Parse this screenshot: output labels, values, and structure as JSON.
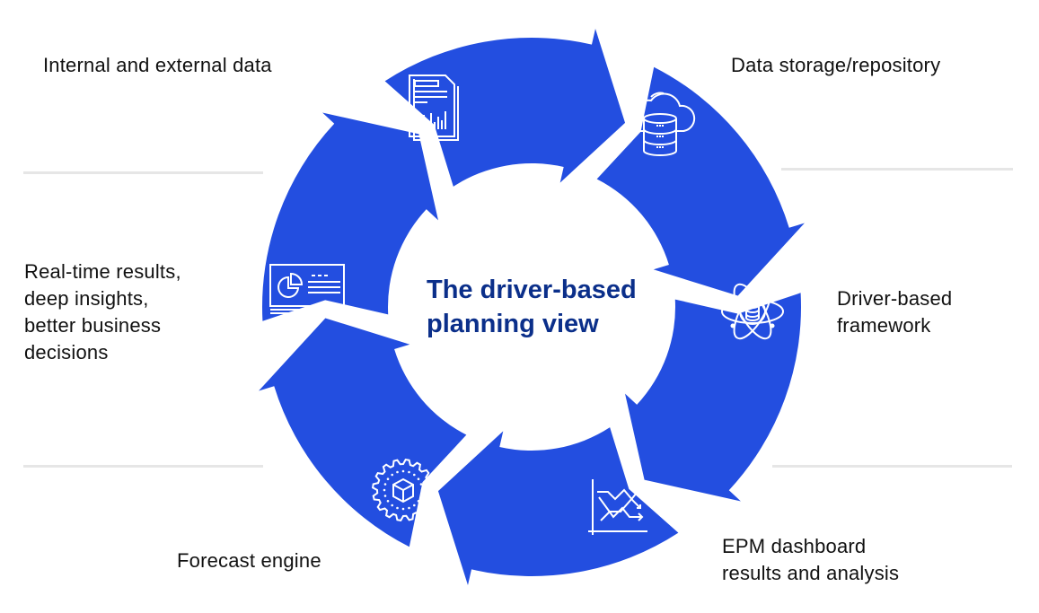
{
  "diagram": {
    "type": "cycle",
    "title": "The driver-based\nplanning view",
    "colors": {
      "arrow": "#234ee0",
      "title": "#0b2f8a",
      "text": "#111111",
      "divider": "#e6e6e6",
      "icon_stroke": "#ffffff"
    },
    "steps": [
      {
        "label": "Internal and external data",
        "icon": "document-chart-icon"
      },
      {
        "label": "Data storage/repository",
        "icon": "cloud-database-icon"
      },
      {
        "label": "Driver-based\nframework",
        "icon": "atom-database-icon"
      },
      {
        "label": "EPM dashboard\nresults and analysis",
        "icon": "trend-chart-icon"
      },
      {
        "label": "Forecast engine",
        "icon": "gear-cube-icon"
      },
      {
        "label": "Real-time results,\ndeep insights,\nbetter business\ndecisions",
        "icon": "dashboard-pie-icon"
      }
    ]
  }
}
